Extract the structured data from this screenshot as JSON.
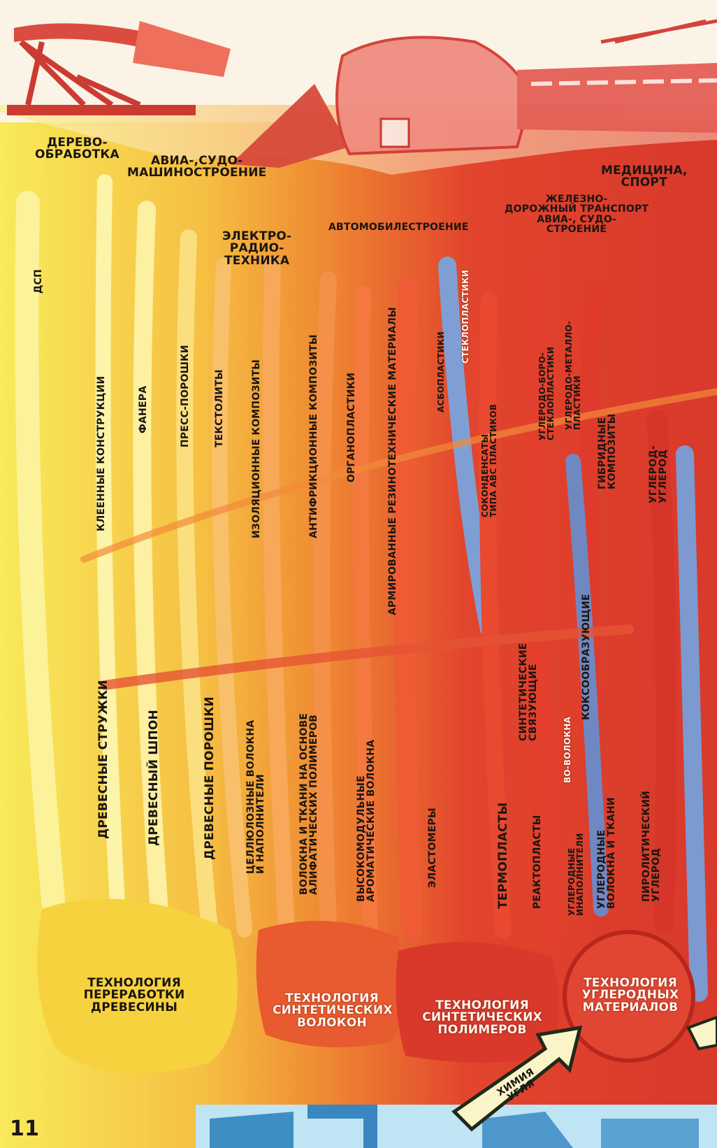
{
  "industries": {
    "woodworking": "ДЕРЕВО-\nОБРАБОТКА",
    "aviation_ship_machine": "АВИА-,СУДО-\nМАШИНОСТРОЕНИЕ",
    "electro_radio": "ЭЛЕКТРО-\nРАДИО-\nТЕХНИКА",
    "automotive": "АВТОМОБИЛЕСТРОЕНИЕ",
    "medicine_sport": "МЕДИЦИНА,\nСПОРТ",
    "railway_aviation": "ЖЕЛЕЗНО-\nДОРОЖНЫЙ ТРАНСПОРТ\nАВИА-, СУДО-\nСТРОЕНИЕ"
  },
  "products": {
    "dsp": "ДСП",
    "glued_structures": "КЛЕЕННЫЕ КОНСТРУКЦИИ",
    "plywood": "ФАНЕРА",
    "press_powders": "ПРЕСС-ПОРОШКИ",
    "textolites": "ТЕКСТОЛИТЫ",
    "insulating_composites": "ИЗОЛЯЦИОННЫЕ КОМПОЗИТЫ",
    "antifriction_composites": "АНТИФРИКЦИОННЫЕ КОМПОЗИТЫ",
    "organoplastics": "ОРГАНОПЛАСТИКИ",
    "reinforced_rubber": "АРМИРОВАННЫЕ РЕЗИНОТЕХНИЧЕСКИЕ МАТЕРИАЛЫ",
    "asbestoplastics": "АСБОПЛАСТИКИ",
    "glassplastics": "СТЕКЛОПЛАСТИКИ",
    "abs_cocondensates": "СОКОНДЕНСАТЫ\nТИПА АВС ПЛАСТИКОВ",
    "carbon_boron_glass": "УГЛЕРОДО-БОРО-\nСТЕКЛОПЛАСТИКИ",
    "carbon_metal": "УГЛЕРОДО-МЕТАЛЛО-\nПЛАСТИКИ",
    "hybrid_composites": "ГИБРИДНЫЕ КОМПОЗИТЫ",
    "carbon_carbon": "УГЛЕРОД-\nУГЛЕРОД"
  },
  "raw_materials": {
    "wood_chips": "ДРЕВЕСНЫЕ СТРУЖКИ",
    "wood_veneer": "ДРЕВЕСНЫЙ ШПОН",
    "wood_powders": "ДРЕВЕСНЫЕ ПОРОШКИ",
    "cellulose_fibers": "ЦЕЛЛЮЛОЗНЫЕ ВОЛОКНА\nИ НАПОЛНИТЕЛИ",
    "aliphatic_fibers": "ВОЛОКНА И ТКАНИ НА ОСНОВЕ\nАЛИФАТИЧЕСКИХ ПОЛИМЕРОВ",
    "aromatic_fibers": "ВЫСОКОМОДУЛЬНЫЕ\nАРОМАТИЧЕСКИЕ ВОЛОКНА",
    "elastomers": "ЭЛАСТОМЕРЫ",
    "thermoplastics": "ТЕРМОПЛАСТЫ",
    "reactoplastics": "РЕАКТОПЛАСТЫ",
    "synthetic_binders": "СИНТЕТИЧЕСКИЕ\nСВЯЗУЮЩИЕ",
    "carbon_fillers": "УГЛЕРОДНЫЕ\nИНАПОЛНИТЕЛИ",
    "bo_fibers": "ВО-ВОЛОКНА",
    "coke_forming": "КОКСООБРАЗУЮЩИЕ",
    "carbon_fibers_fabrics": "УГЛЕРОДНЫЕ\nВОЛОКНА И ТКАНИ",
    "pyrolytic_carbon": "ПИРОЛИТИЧЕСКИЙ\nУГЛЕРОД"
  },
  "technologies": {
    "wood": "ТЕХНОЛОГИЯ\nПЕРЕРАБОТКИ\nДРЕВЕСИНЫ",
    "synthetic_fibers": "ТЕХНОЛОГИЯ\nСИНТЕТИЧЕСКИХ\nВОЛОКОН",
    "synthetic_polymers": "ТЕХНОЛОГИЯ\nСИНТЕТИЧЕСКИХ\nПОЛИМЕРОВ",
    "carbon_materials": "ТЕХНОЛОГИЯ\nУГЛЕРОДНЫХ\nМАТЕРИАЛОВ"
  },
  "arrow": {
    "coal_chemistry": "ХИМИЯ\nУГЛЯ"
  },
  "page_number": "11",
  "palette": {
    "yellow": "#f6e24a",
    "orange": "#f08a2c",
    "red": "#dc3b2c",
    "dark_red": "#b82418",
    "blue": "#6f8fc4"
  }
}
